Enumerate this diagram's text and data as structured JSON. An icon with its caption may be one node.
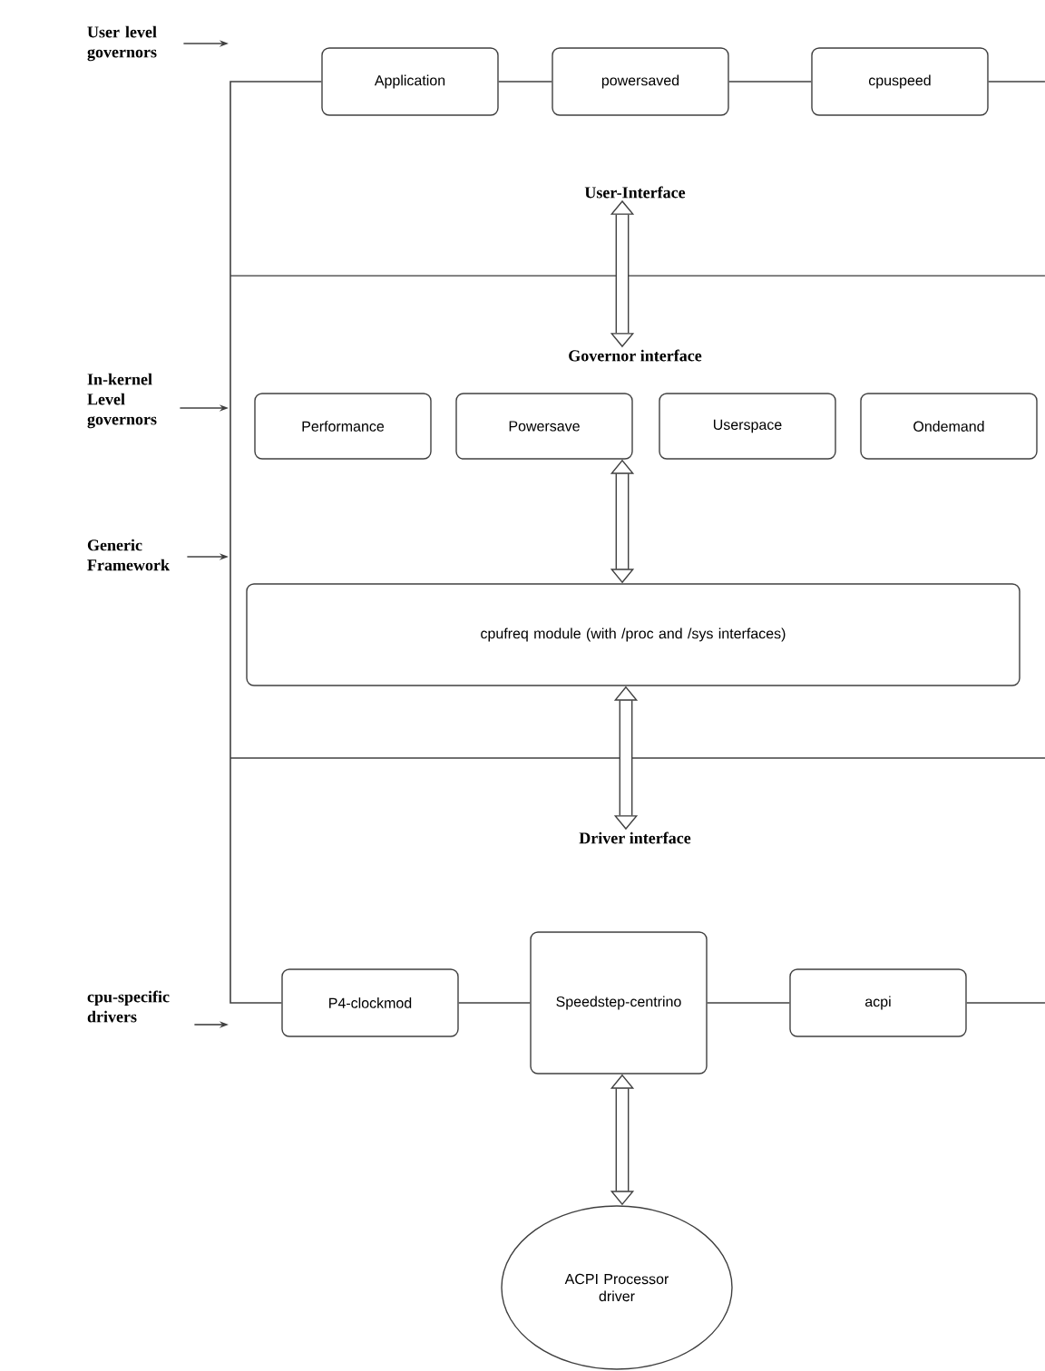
{
  "diagram": {
    "nodes": [
      {
        "text": [
          "User level governors"
        ]
      },
      {
        "text": [
          "Application"
        ]
      },
      {
        "text": [
          "powersaved"
        ]
      },
      {
        "text": [
          "cpuspeed"
        ]
      },
      {
        "text": [
          "User-Interface"
        ]
      },
      {
        "text": [
          "In-kernel Level governors"
        ]
      },
      {
        "text": [
          "Governor interface"
        ]
      },
      {
        "text": [
          "Performance"
        ]
      },
      {
        "text": [
          "Powersave"
        ]
      },
      {
        "text": [
          "Userspace"
        ]
      },
      {
        "text": [
          "Ondemand"
        ]
      },
      {
        "text": [
          "Generic Framework"
        ]
      },
      {
        "text": [
          "cpufreq module (with /proc and /sys interfaces)"
        ]
      },
      {
        "text": [
          "Driver interface"
        ]
      },
      {
        "text": [
          "cpu-specific drivers"
        ]
      },
      {
        "text": [
          "P4-clockmod"
        ]
      },
      {
        "text": [
          "Speedstep-centrino"
        ]
      },
      {
        "text": [
          "acpi"
        ]
      },
      {
        "text": [
          "ACPI Processor driver"
        ]
      }
    ],
    "edges": [
      {
        "from": 0,
        "to": null,
        "arrow": "to"
      },
      {
        "from": 1,
        "to": 2,
        "arrow": "none"
      },
      {
        "from": 2,
        "to": 3,
        "arrow": "none"
      },
      {
        "from": 4,
        "to": 6,
        "arrow": "both",
        "style": "thick"
      },
      {
        "from": 5,
        "to": null,
        "arrow": "to"
      },
      {
        "from": 8,
        "to": 12,
        "arrow": "both",
        "style": "thick"
      },
      {
        "from": 11,
        "to": null,
        "arrow": "to"
      },
      {
        "from": 12,
        "to": 13,
        "arrow": "both",
        "style": "thick"
      },
      {
        "from": 14,
        "to": null,
        "arrow": "to"
      },
      {
        "from": 15,
        "to": 16,
        "arrow": "none"
      },
      {
        "from": 16,
        "to": 17,
        "arrow": "none"
      },
      {
        "from": 16,
        "to": 18,
        "arrow": "both",
        "style": "thick"
      },
      {
        "from": 1,
        "to": 15,
        "arrow": "none"
      }
    ]
  }
}
